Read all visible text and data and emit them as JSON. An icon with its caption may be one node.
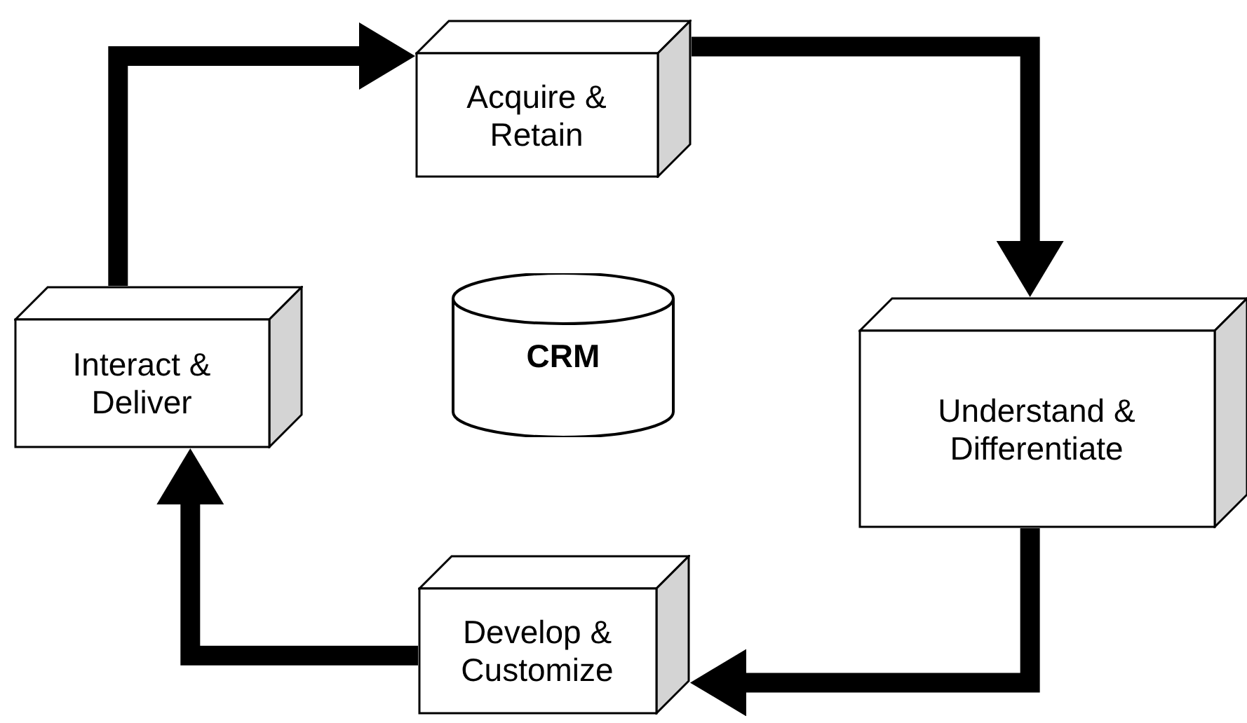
{
  "diagram": {
    "nodes": [
      {
        "text": [
          "Acquire & Retain"
        ]
      },
      {
        "text": [
          "Interact & Deliver"
        ]
      },
      {
        "text": [
          "CRM"
        ]
      },
      {
        "text": [
          "Understand & Differentiate"
        ]
      },
      {
        "text": [
          "Develop & Customize"
        ]
      }
    ],
    "edges": [
      {
        "from": 1,
        "to": 0,
        "arrow": "to"
      },
      {
        "from": 0,
        "to": 3,
        "arrow": "to"
      },
      {
        "from": 3,
        "to": 4,
        "arrow": "to"
      },
      {
        "from": 4,
        "to": 1,
        "arrow": "to"
      }
    ]
  }
}
